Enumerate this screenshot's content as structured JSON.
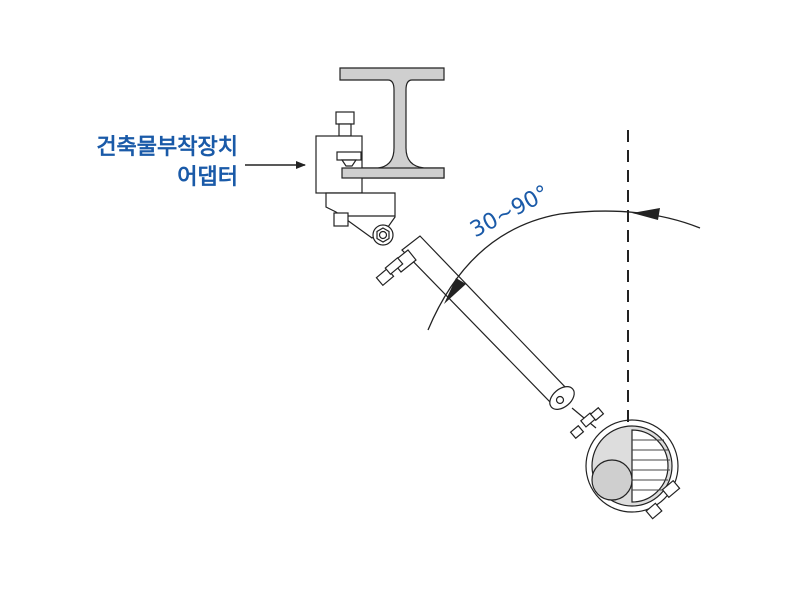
{
  "callout": {
    "line1": "건축물부착장치",
    "line2": "어댑터"
  },
  "angle_label": "30~90°",
  "colors": {
    "accent": "#1a5aa8",
    "steel": "#cfcfcf",
    "line": "#222222"
  }
}
